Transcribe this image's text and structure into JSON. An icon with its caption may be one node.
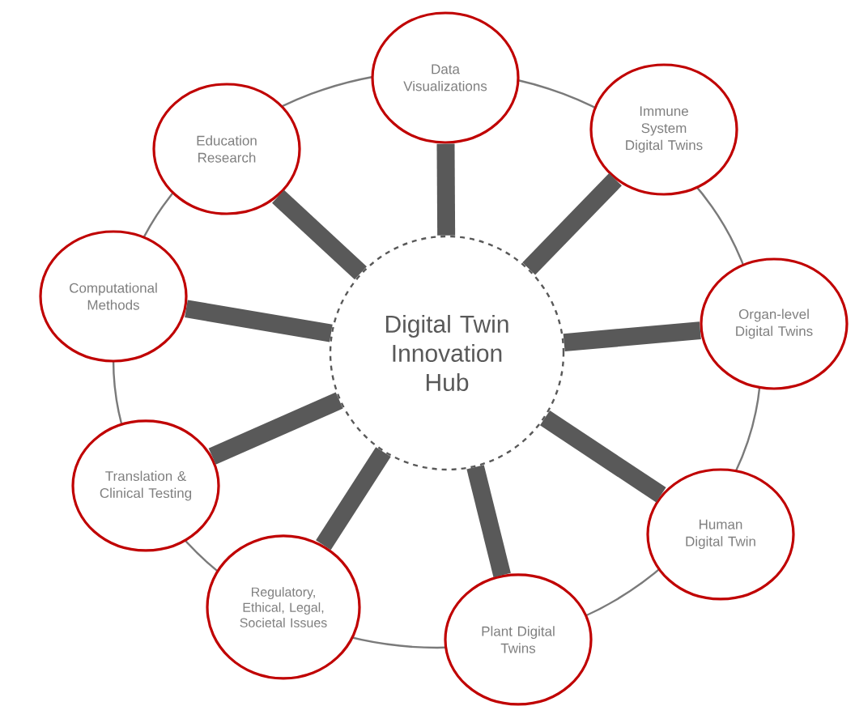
{
  "diagram": {
    "nodes": [
      {
        "text": [
          "Digital Twin Innovation Hub"
        ]
      },
      {
        "text": [
          "Data Visualizations"
        ]
      },
      {
        "text": [
          "Immune System Digital Twins"
        ]
      },
      {
        "text": [
          "Organ-level Digital Twins"
        ]
      },
      {
        "text": [
          "Human Digital Twin"
        ]
      },
      {
        "text": [
          "Plant Digital Twins"
        ]
      },
      {
        "text": [
          "Regulatory, Ethical, Legal, Societal Issues"
        ]
      },
      {
        "text": [
          "Translation & Clinical Testing"
        ]
      },
      {
        "text": [
          "Computational Methods"
        ]
      },
      {
        "text": [
          "Education Research"
        ]
      }
    ],
    "edges": [
      {
        "from": 0,
        "to": 1,
        "arrow": "none"
      },
      {
        "from": 0,
        "to": 2,
        "arrow": "none"
      },
      {
        "from": 0,
        "to": 3,
        "arrow": "none"
      },
      {
        "from": 0,
        "to": 4,
        "arrow": "none"
      },
      {
        "from": 0,
        "to": 5,
        "arrow": "none"
      },
      {
        "from": 0,
        "to": 6,
        "arrow": "none"
      },
      {
        "from": 0,
        "to": 7,
        "arrow": "none"
      },
      {
        "from": 0,
        "to": 8,
        "arrow": "none"
      },
      {
        "from": 0,
        "to": 9,
        "arrow": "none"
      }
    ]
  }
}
